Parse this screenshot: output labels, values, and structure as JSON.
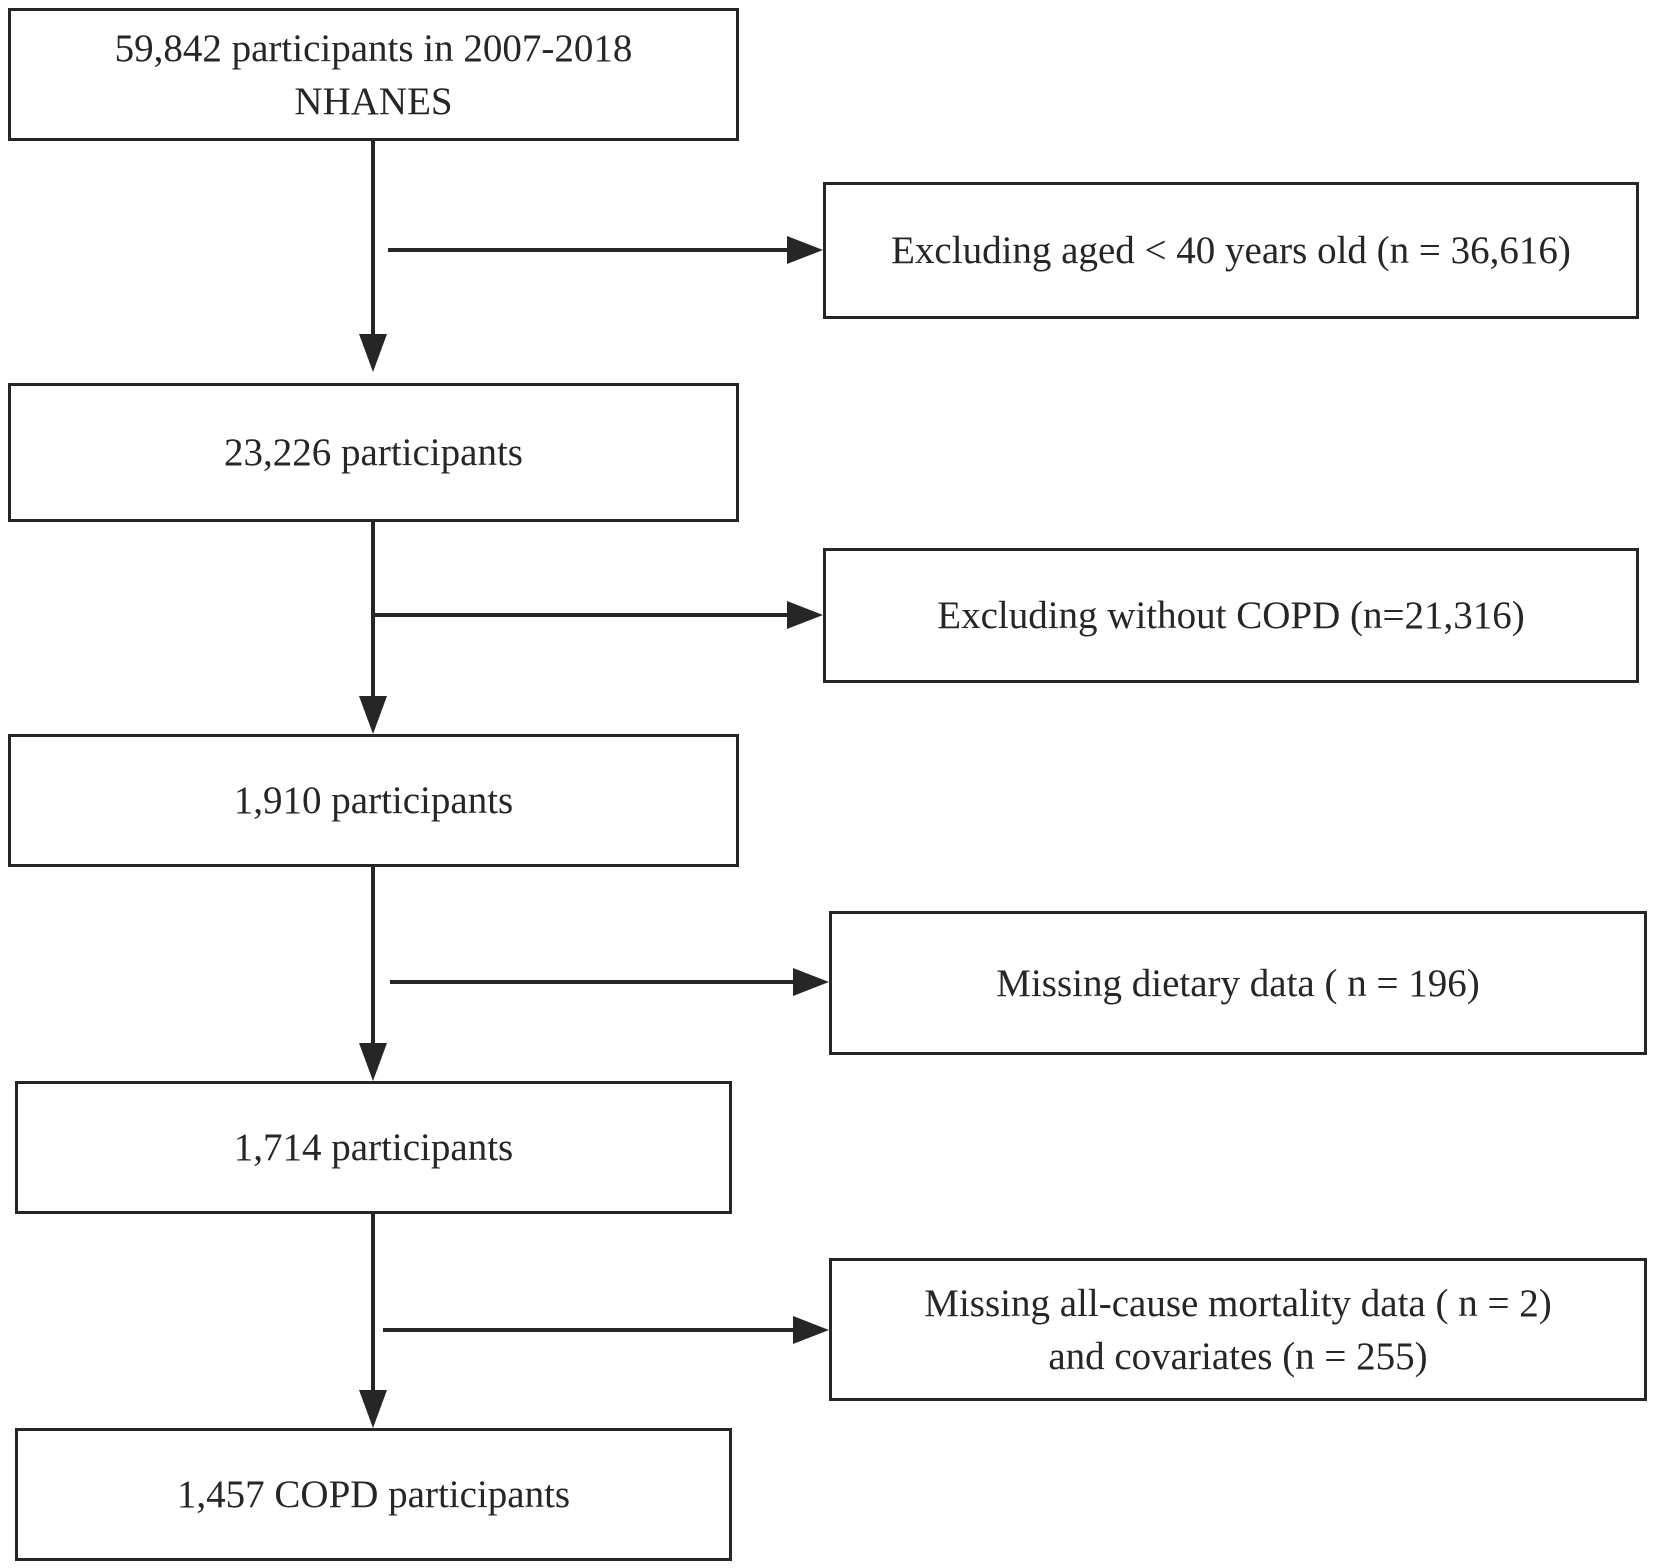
{
  "colors": {
    "line": "#262626",
    "box_border": "#262626",
    "text": "#262626",
    "background": "#ffffff"
  },
  "flowchart": {
    "main_steps": [
      {
        "lines": [
          "59,842 participants in 2007-2018",
          "NHANES"
        ]
      },
      {
        "lines": [
          "23,226 participants"
        ]
      },
      {
        "lines": [
          "1,910 participants"
        ]
      },
      {
        "lines": [
          "1,714 participants"
        ]
      },
      {
        "lines": [
          "1,457 COPD participants"
        ]
      }
    ],
    "exclusions": [
      {
        "lines": [
          "Excluding aged < 40 years old (n = 36,616)"
        ]
      },
      {
        "lines": [
          "Excluding without COPD (n=21,316)"
        ]
      },
      {
        "lines": [
          "Missing dietary data ( n = 196)"
        ]
      },
      {
        "lines": [
          "Missing all-cause mortality data ( n = 2)",
          "and covariates (n = 255)"
        ]
      }
    ]
  }
}
